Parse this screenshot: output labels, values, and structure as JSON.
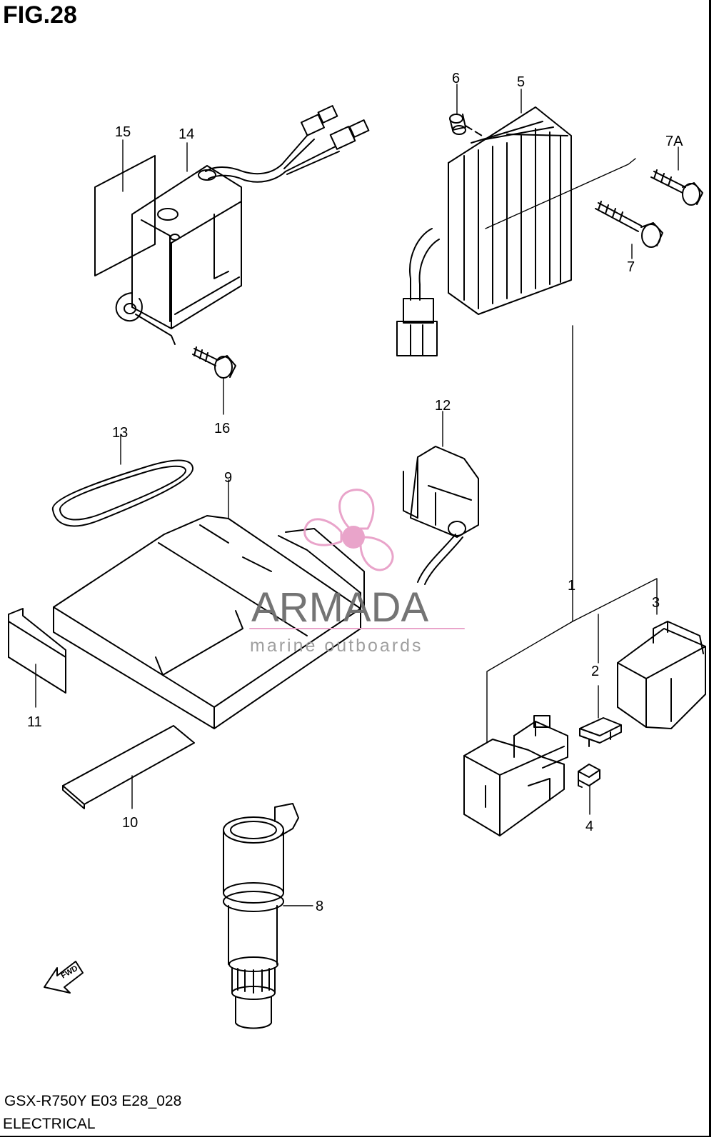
{
  "figure": {
    "title": "FIG.28"
  },
  "footer": {
    "model_code": "GSX-R750Y E03 E28_028",
    "section": "ELECTRICAL"
  },
  "watermark": {
    "brand": "ARMADA",
    "tagline": "marine outboards",
    "accent_color": "#e8a0c8",
    "text_color": "#6d6d6d"
  },
  "fwd_arrow": {
    "label": "FWD"
  },
  "callouts": {
    "c1": "1",
    "c2": "2",
    "c3": "3",
    "c4": "4",
    "c5": "5",
    "c6": "6",
    "c7": "7",
    "c7a": "7A",
    "c8": "8",
    "c9": "9",
    "c10": "10",
    "c11": "11",
    "c12": "12",
    "c13": "13",
    "c14": "14",
    "c15": "15",
    "c16": "16"
  }
}
